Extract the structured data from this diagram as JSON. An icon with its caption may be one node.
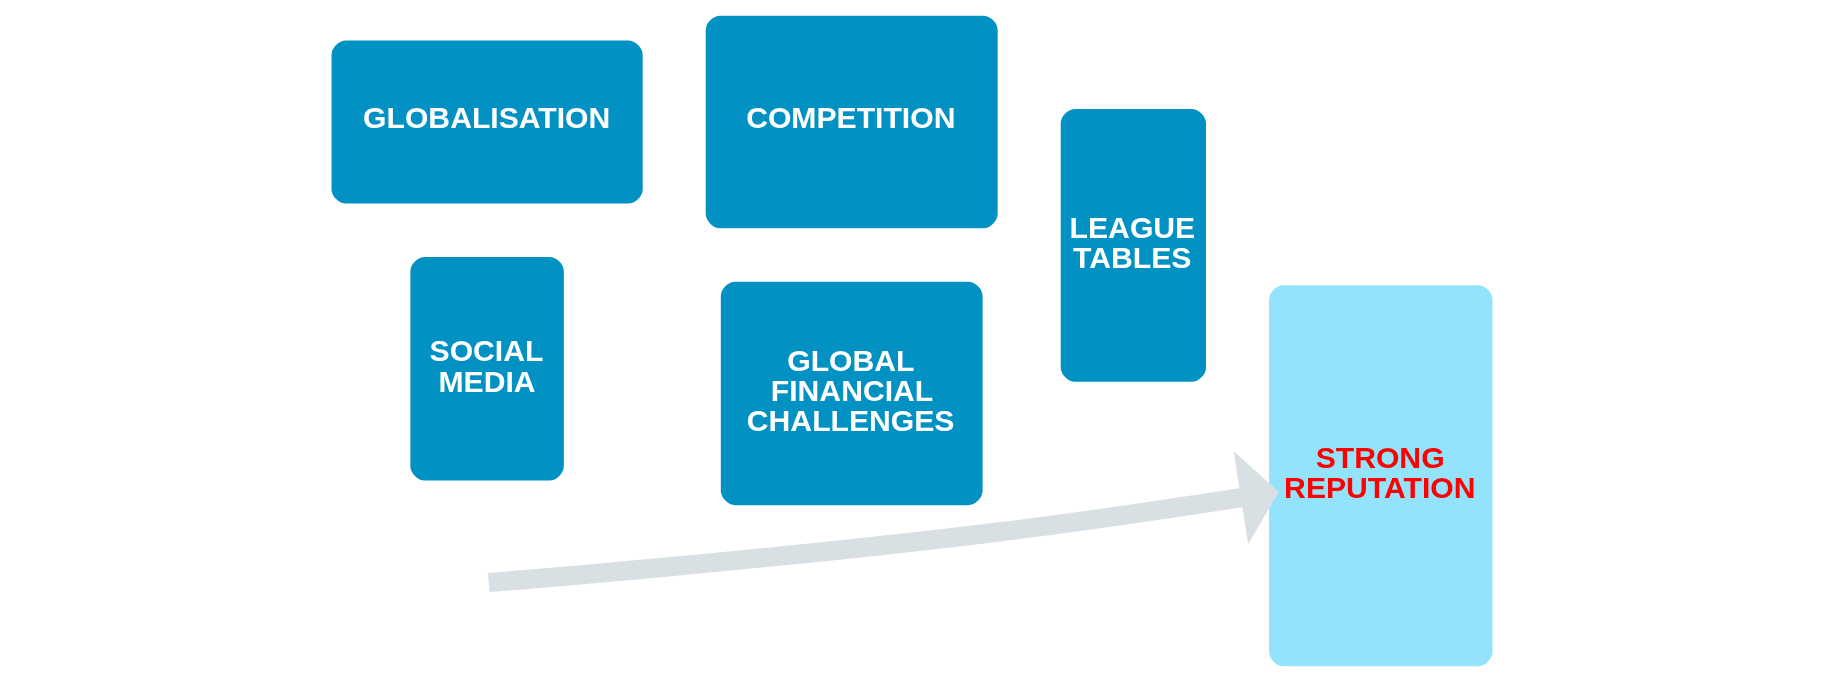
{
  "diagram": {
    "nodes": [
      {
        "text": [
          "GLOBALISATION"
        ]
      },
      {
        "text": [
          "SOCIAL MEDIA"
        ]
      },
      {
        "text": [
          "COMPETITION"
        ]
      },
      {
        "text": [
          "GLOBAL FINANCIAL CHALLENGES"
        ]
      },
      {
        "text": [
          "LEAGUE TABLES"
        ]
      },
      {
        "text": [
          "STRONG REPUTATION"
        ]
      }
    ],
    "edges": [
      {
        "from": null,
        "to": 5,
        "arrow": "to",
        "color": "#d9e0e3"
      }
    ]
  }
}
